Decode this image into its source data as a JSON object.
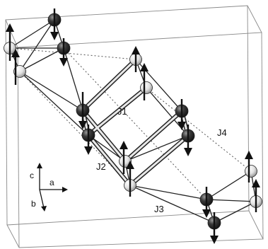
{
  "bond_labels": {
    "J1": "J1",
    "J2": "J2",
    "J3": "J3",
    "J4": "J4"
  },
  "axes": {
    "a": "a",
    "b": "b",
    "c": "c"
  },
  "colors": {
    "cell_line": "#8a8a8a",
    "bond": "#222222",
    "double_bond_fill": "#e8e8e8",
    "dashed_bond": "#555555",
    "dark_atom": "#2e2e2e",
    "light_atom": "#e6e6e6",
    "arrow": "#111111"
  },
  "spins": {
    "light_atoms": "up",
    "dark_atoms": "down"
  }
}
